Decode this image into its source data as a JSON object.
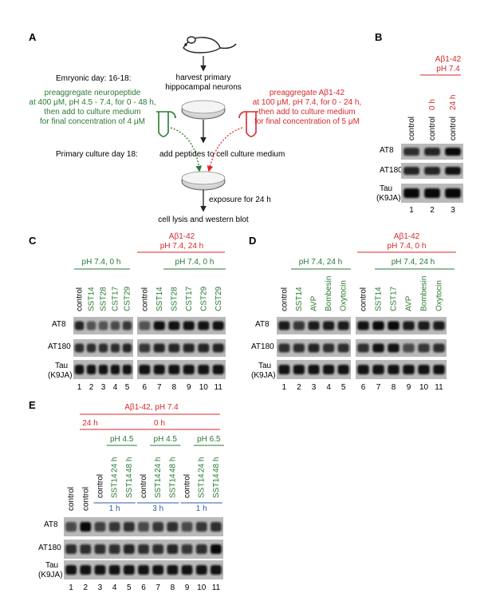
{
  "colors": {
    "red": "#d8282b",
    "green": "#2a7a34",
    "blue": "#2f5aa8"
  },
  "figure": {
    "panelA": {
      "letter": "A",
      "harvest_line1": "harvest primary",
      "harvest_line2": "hippocampal neurons",
      "embryonic_day": "Emryonic day: 16-18:",
      "neuropeptide_lines": [
        "preaggregate neuropeptide",
        "at 400 μM, pH 4.5 - 7.4, for 0 - 48 h,",
        "then add to culture medium",
        "for final concentration of 4 μM"
      ],
      "abeta_lines": [
        "preaggregate Aβ1-42",
        "at 100 μM, pH 7.4, for 0 - 24 h,",
        "then add to culture medium",
        "for final concentration of 5 μM"
      ],
      "primary_culture": "Primary culture day 18:",
      "add_peptides": "add peptides to cell culture medium",
      "exposure": "exposure for 24 h",
      "lysis": "cell lysis and western blot"
    },
    "panelB": {
      "letter": "B",
      "treatment_line1": "Aβ1-42",
      "treatment_line2": "pH 7.4",
      "time_labels": [
        "0 h",
        "24 h"
      ],
      "lanes": [
        "control",
        "control",
        "control"
      ],
      "rows": [
        "AT8",
        "AT180",
        "Tau",
        "(K9JA)"
      ],
      "numbers": [
        "1",
        "2",
        "3"
      ]
    },
    "panelC": {
      "letter": "C",
      "left_condition": "pH 7.4, 0 h",
      "right_treatment_line1": "Aβ1-42",
      "right_treatment_line2": "pH 7.4, 24 h",
      "right_condition": "pH 7.4, 0 h",
      "lanes_left": [
        "control",
        "SST14",
        "SST28",
        "CST17",
        "CST29"
      ],
      "lanes_right": [
        "control",
        "SST14",
        "SST28",
        "CST17",
        "CST29"
      ],
      "rows": [
        "AT8",
        "AT180",
        "Tau",
        "(K9JA)"
      ],
      "numbers": [
        "1",
        "2",
        "3",
        "4",
        "5",
        "6",
        "7",
        "8",
        "9",
        "10",
        "11"
      ]
    },
    "panelD": {
      "letter": "D",
      "left_condition": "pH 7.4, 24 h",
      "right_treatment_line1": "Aβ1-42",
      "right_treatment_line2": "pH 7.4, 0 h",
      "right_condition": "pH 7.4, 24 h",
      "lanes_left": [
        "control",
        "SST14",
        "AVP",
        "Bombesin",
        "Oxytocin"
      ],
      "lanes_right": [
        "control",
        "SST14",
        "CST17",
        "AVP",
        "Bombesin",
        "Oxytocin"
      ],
      "rows": [
        "AT8",
        "AT180",
        "Tau",
        "(K9JA)"
      ],
      "numbers": [
        "1",
        "2",
        "3",
        "4",
        "5",
        "6",
        "7",
        "8",
        "9",
        "10",
        "11"
      ]
    },
    "panelE": {
      "letter": "E",
      "treatment": "Aβ1-42, pH 7.4",
      "time_24": "24 h",
      "time_0": "0 h",
      "ph_groups": [
        "pH 4.5",
        "pH 4.5",
        "pH 6.5"
      ],
      "sub_times": [
        "24 h",
        "48 h",
        "24 h",
        "48 h",
        "24 h",
        "48 h"
      ],
      "lanes": [
        "control",
        "control",
        "control",
        "SST14",
        "SST14",
        "control",
        "SST14",
        "SST14",
        "control",
        "SST14",
        "SST14"
      ],
      "durations": [
        "1 h",
        "3 h",
        "1 h"
      ],
      "rows": [
        "AT8",
        "AT180",
        "Tau",
        "(K9JA)"
      ],
      "numbers": [
        "1",
        "2",
        "3",
        "4",
        "5",
        "6",
        "7",
        "8",
        "9",
        "10",
        "11"
      ]
    }
  }
}
